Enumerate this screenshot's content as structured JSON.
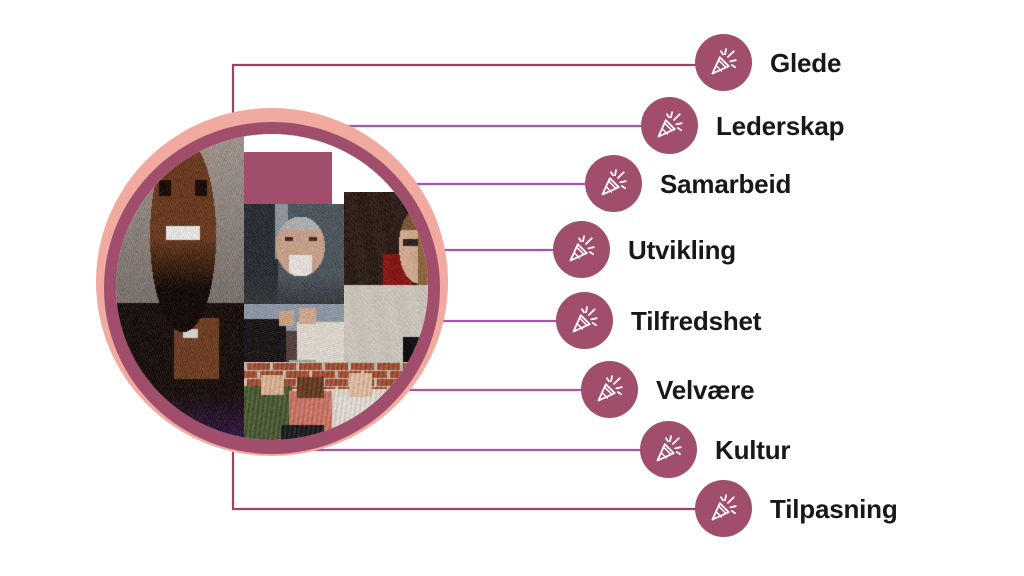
{
  "graphic": {
    "type": "radial-list-infographic",
    "background_color": "#ffffff",
    "accent_color": "#a04e6b",
    "ring_outer_color": "#f0aaa0",
    "connector_color": "#a855b0",
    "connector_color_dark": "#9d4368",
    "label_color": "#17181a",
    "icon_name": "party-popper-icon",
    "icon_color": "#ffffff"
  },
  "collage": {
    "alt": "Circular collage of smiling colleagues",
    "tiles": [
      {
        "name": "tile-laughing-man",
        "alt": "Laughing bearded man with hand on chin"
      },
      {
        "name": "tile-accent-block",
        "alt": "Solid maroon accent block"
      },
      {
        "name": "tile-smiling-senior",
        "alt": "Smiling grey-haired person outdoors"
      },
      {
        "name": "tile-woman-laptop",
        "alt": "Woman with glasses working on a laptop"
      },
      {
        "name": "tile-two-colleagues",
        "alt": "Two colleagues seated talking with laptop"
      },
      {
        "name": "tile-group-sofa",
        "alt": "Group of four women laughing on a sofa by a brick wall"
      }
    ]
  },
  "items": [
    {
      "id": "glede",
      "label": "Glede",
      "icon": "party-popper-icon"
    },
    {
      "id": "lederskap",
      "label": "Lederskap",
      "icon": "party-popper-icon"
    },
    {
      "id": "samarbeid",
      "label": "Samarbeid",
      "icon": "party-popper-icon"
    },
    {
      "id": "utvikling",
      "label": "Utvikling",
      "icon": "party-popper-icon"
    },
    {
      "id": "tilfredshet",
      "label": "Tilfredshet",
      "icon": "party-popper-icon"
    },
    {
      "id": "velvaere",
      "label": "Velvære",
      "icon": "party-popper-icon"
    },
    {
      "id": "kultur",
      "label": "Kultur",
      "icon": "party-popper-icon"
    },
    {
      "id": "tilpasning",
      "label": "Tilpasning",
      "icon": "party-popper-icon"
    }
  ]
}
